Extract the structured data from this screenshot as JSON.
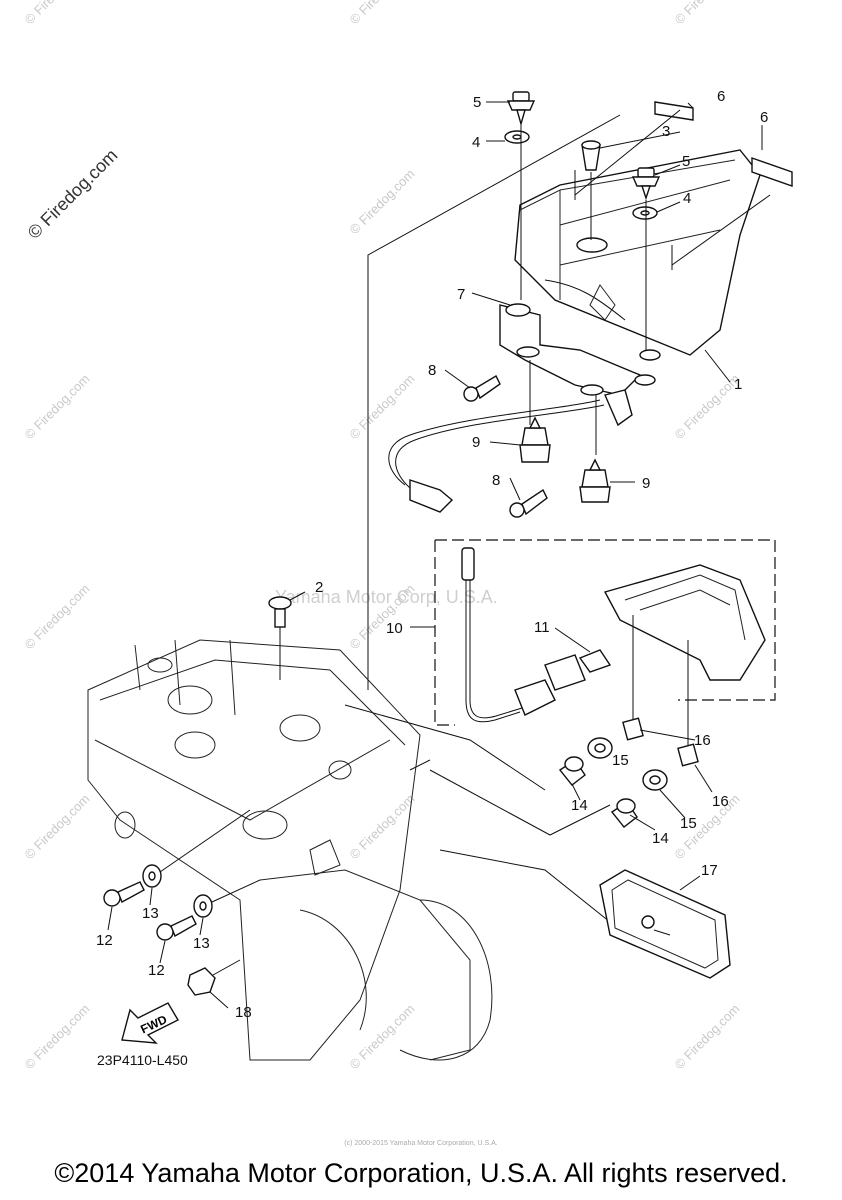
{
  "watermark": {
    "text": "© Firedog.com",
    "center": "Yamaha Motor Corp, U.S.A."
  },
  "diagram_code": "23P4110-L450",
  "fwd_label": "FWD",
  "callouts": {
    "p1": "1",
    "p2": "2",
    "p3": "3",
    "p4a": "4",
    "p4b": "4",
    "p5a": "5",
    "p5b": "5",
    "p6a": "6",
    "p6b": "6",
    "p7": "7",
    "p8a": "8",
    "p8b": "8",
    "p9a": "9",
    "p9b": "9",
    "p10": "10",
    "p11": "11",
    "p12a": "12",
    "p12b": "12",
    "p13a": "13",
    "p13b": "13",
    "p14a": "14",
    "p14b": "14",
    "p15a": "15",
    "p15b": "15",
    "p16a": "16",
    "p16b": "16",
    "p17": "17",
    "p18": "18"
  },
  "copyright": "©2014 Yamaha Motor Corporation, U.S.A. All rights reserved.",
  "fine_print": "(c) 2000-2015 Yamaha Motor Corporation, U.S.A."
}
